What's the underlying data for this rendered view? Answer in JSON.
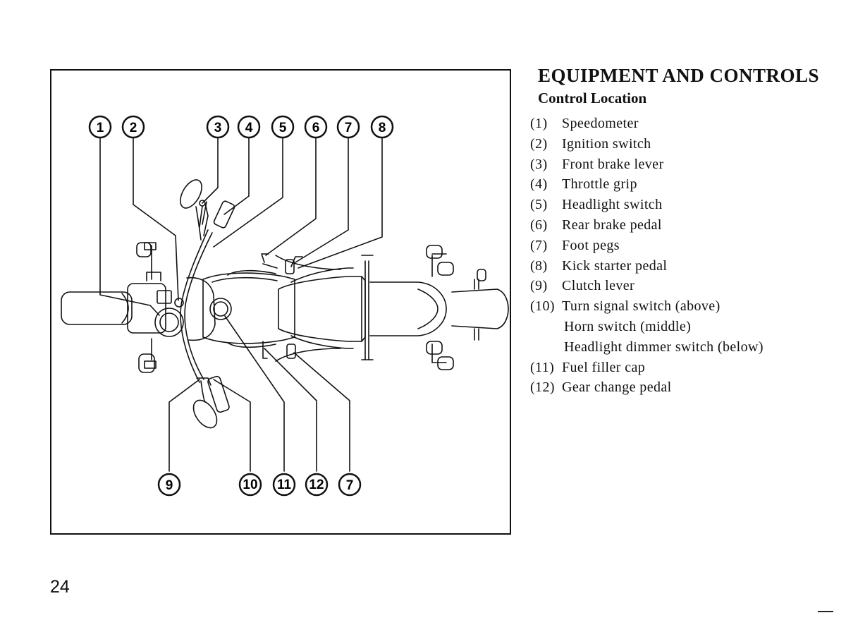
{
  "heading": "EQUIPMENT AND CONTROLS",
  "subheading": "Control Location",
  "legend": [
    {
      "num": "(1)",
      "label": "Speedometer"
    },
    {
      "num": "(2)",
      "label": "Ignition switch"
    },
    {
      "num": "(3)",
      "label": "Front brake lever"
    },
    {
      "num": "(4)",
      "label": "Throttle grip"
    },
    {
      "num": "(5)",
      "label": "Headlight switch"
    },
    {
      "num": "(6)",
      "label": "Rear brake pedal"
    },
    {
      "num": "(7)",
      "label": "Foot pegs"
    },
    {
      "num": "(8)",
      "label": "Kick starter pedal"
    },
    {
      "num": "(9)",
      "label": "Clutch lever"
    },
    {
      "num": "(10)",
      "label": "Turn signal switch (above)"
    },
    {
      "sub": "Horn switch (middle)"
    },
    {
      "sub": "Headlight dimmer switch (below)"
    },
    {
      "num": "(11)",
      "label": "Fuel filler cap"
    },
    {
      "num": "(12)",
      "label": "Gear change pedal"
    }
  ],
  "callouts_top": [
    "1",
    "2",
    "3",
    "4",
    "5",
    "6",
    "7",
    "8"
  ],
  "callouts_bottom": [
    "9",
    "10",
    "11",
    "12",
    "7"
  ],
  "page_number": "24"
}
